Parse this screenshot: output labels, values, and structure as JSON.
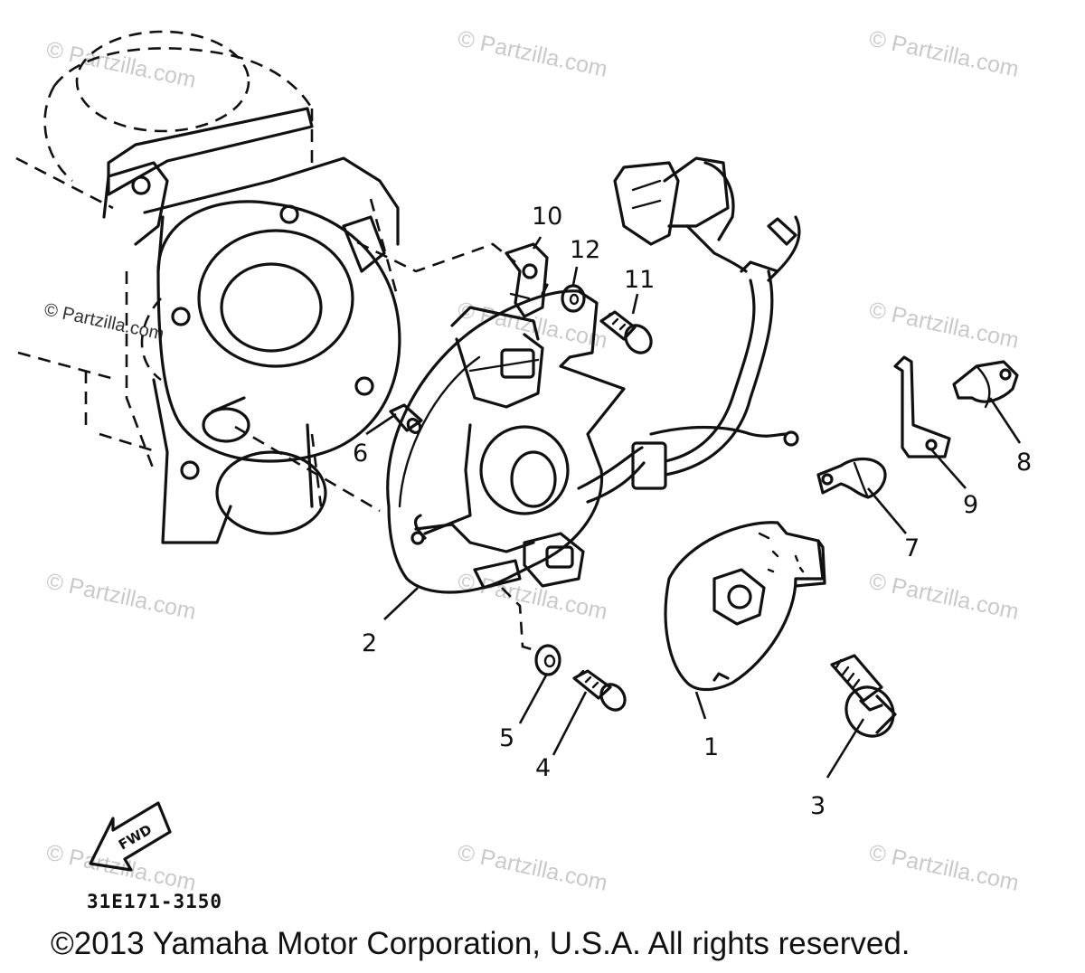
{
  "watermark": "© Partzilla.com",
  "part_labels": [
    "1",
    "2",
    "3",
    "4",
    "5",
    "6",
    "7",
    "8",
    "9",
    "10",
    "11",
    "12"
  ],
  "fwd_label": "FWD",
  "diagram_code": "31E171-3150",
  "copyright": "©2013 Yamaha Motor Corporation, U.S.A. All rights reserved."
}
